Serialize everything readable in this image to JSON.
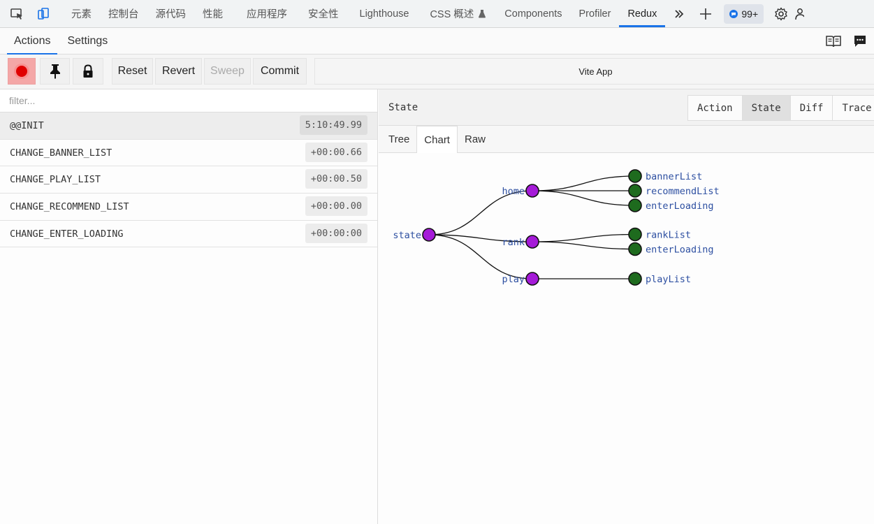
{
  "devtools": {
    "tabs": [
      {
        "label": "元素"
      },
      {
        "label": "控制台"
      },
      {
        "label": "源代码"
      },
      {
        "label": "性能"
      },
      {
        "label": "应用程序"
      },
      {
        "label": "安全性"
      },
      {
        "label": "Lighthouse"
      },
      {
        "label": "CSS 概述"
      },
      {
        "label": "Components"
      },
      {
        "label": "Profiler"
      },
      {
        "label": "Redux"
      }
    ],
    "active_tab": "Redux",
    "issues_badge": "99+",
    "accent_color": "#1a73e8"
  },
  "redux": {
    "subtabs": [
      {
        "label": "Actions"
      },
      {
        "label": "Settings"
      }
    ],
    "toolbar": {
      "reset": "Reset",
      "revert": "Revert",
      "sweep": "Sweep",
      "commit": "Commit",
      "instance": "Vite App"
    },
    "filter_placeholder": "filter...",
    "actions": [
      {
        "type": "@@INIT",
        "time": "5:10:49.99"
      },
      {
        "type": "CHANGE_BANNER_LIST",
        "time": "+00:00.66"
      },
      {
        "type": "CHANGE_PLAY_LIST",
        "time": "+00:00.50"
      },
      {
        "type": "CHANGE_RECOMMEND_LIST",
        "time": "+00:00.00"
      },
      {
        "type": "CHANGE_ENTER_LOADING",
        "time": "+00:00:00"
      }
    ],
    "inspector": {
      "title": "State",
      "tabs": [
        {
          "label": "Action"
        },
        {
          "label": "State"
        },
        {
          "label": "Diff"
        },
        {
          "label": "Trace"
        }
      ],
      "active_tab": "State",
      "view_tabs": [
        {
          "label": "Tree"
        },
        {
          "label": "Chart"
        },
        {
          "label": "Raw"
        }
      ],
      "active_view": "Chart"
    },
    "state_tree": {
      "name": "state",
      "children": [
        {
          "name": "home",
          "children": [
            {
              "name": "bannerList"
            },
            {
              "name": "recommendList"
            },
            {
              "name": "enterLoading"
            }
          ]
        },
        {
          "name": "rank",
          "children": [
            {
              "name": "rankList"
            },
            {
              "name": "enterLoading"
            }
          ]
        },
        {
          "name": "play",
          "children": [
            {
              "name": "playList"
            }
          ]
        }
      ],
      "branch_color": "#a51bd8",
      "leaf_color": "#1e6b1e",
      "label_color": "#2d4fa1"
    }
  }
}
